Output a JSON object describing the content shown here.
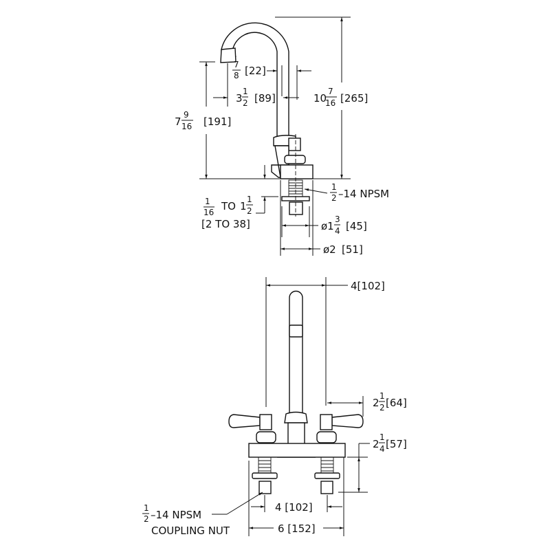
{
  "side_view": {
    "overall_height": {
      "whole": "10",
      "num": "7",
      "den": "16",
      "mm": "[265]"
    },
    "spout_height": {
      "whole": "7",
      "num": "9",
      "den": "16",
      "mm": "[191]"
    },
    "tube_diameter": {
      "num": "7",
      "den": "8",
      "mm": "[22]"
    },
    "spout_reach": {
      "whole": "3",
      "num": "1",
      "den": "2",
      "mm": "[89]"
    },
    "deck_range": {
      "num": "1",
      "den": "16",
      "to": "TO",
      "whole2": "1",
      "num2": "1",
      "den2": "2",
      "mm": "[2 TO 38]"
    },
    "thread": {
      "num": "1",
      "den": "2",
      "text": "–14 NPSM"
    },
    "flange_diameter": {
      "prefix": "ø1",
      "num": "3",
      "den": "4",
      "mm": "[45]"
    },
    "base_diameter": {
      "text": "ø2",
      "mm": "[51]"
    }
  },
  "front_view": {
    "handle_span": {
      "text": "4[102]"
    },
    "handle_reach": {
      "whole": "2",
      "num": "1",
      "den": "2",
      "mm": "[64]"
    },
    "shank_length": {
      "whole": "2",
      "num": "1",
      "den": "4",
      "mm": "[57]"
    },
    "centers": {
      "text": "4 [102]"
    },
    "base_width": {
      "text": "6 [152]"
    },
    "coupling_nut": {
      "num": "1",
      "den": "2",
      "line1": "–14 NPSM",
      "line2": "COUPLING NUT"
    }
  }
}
